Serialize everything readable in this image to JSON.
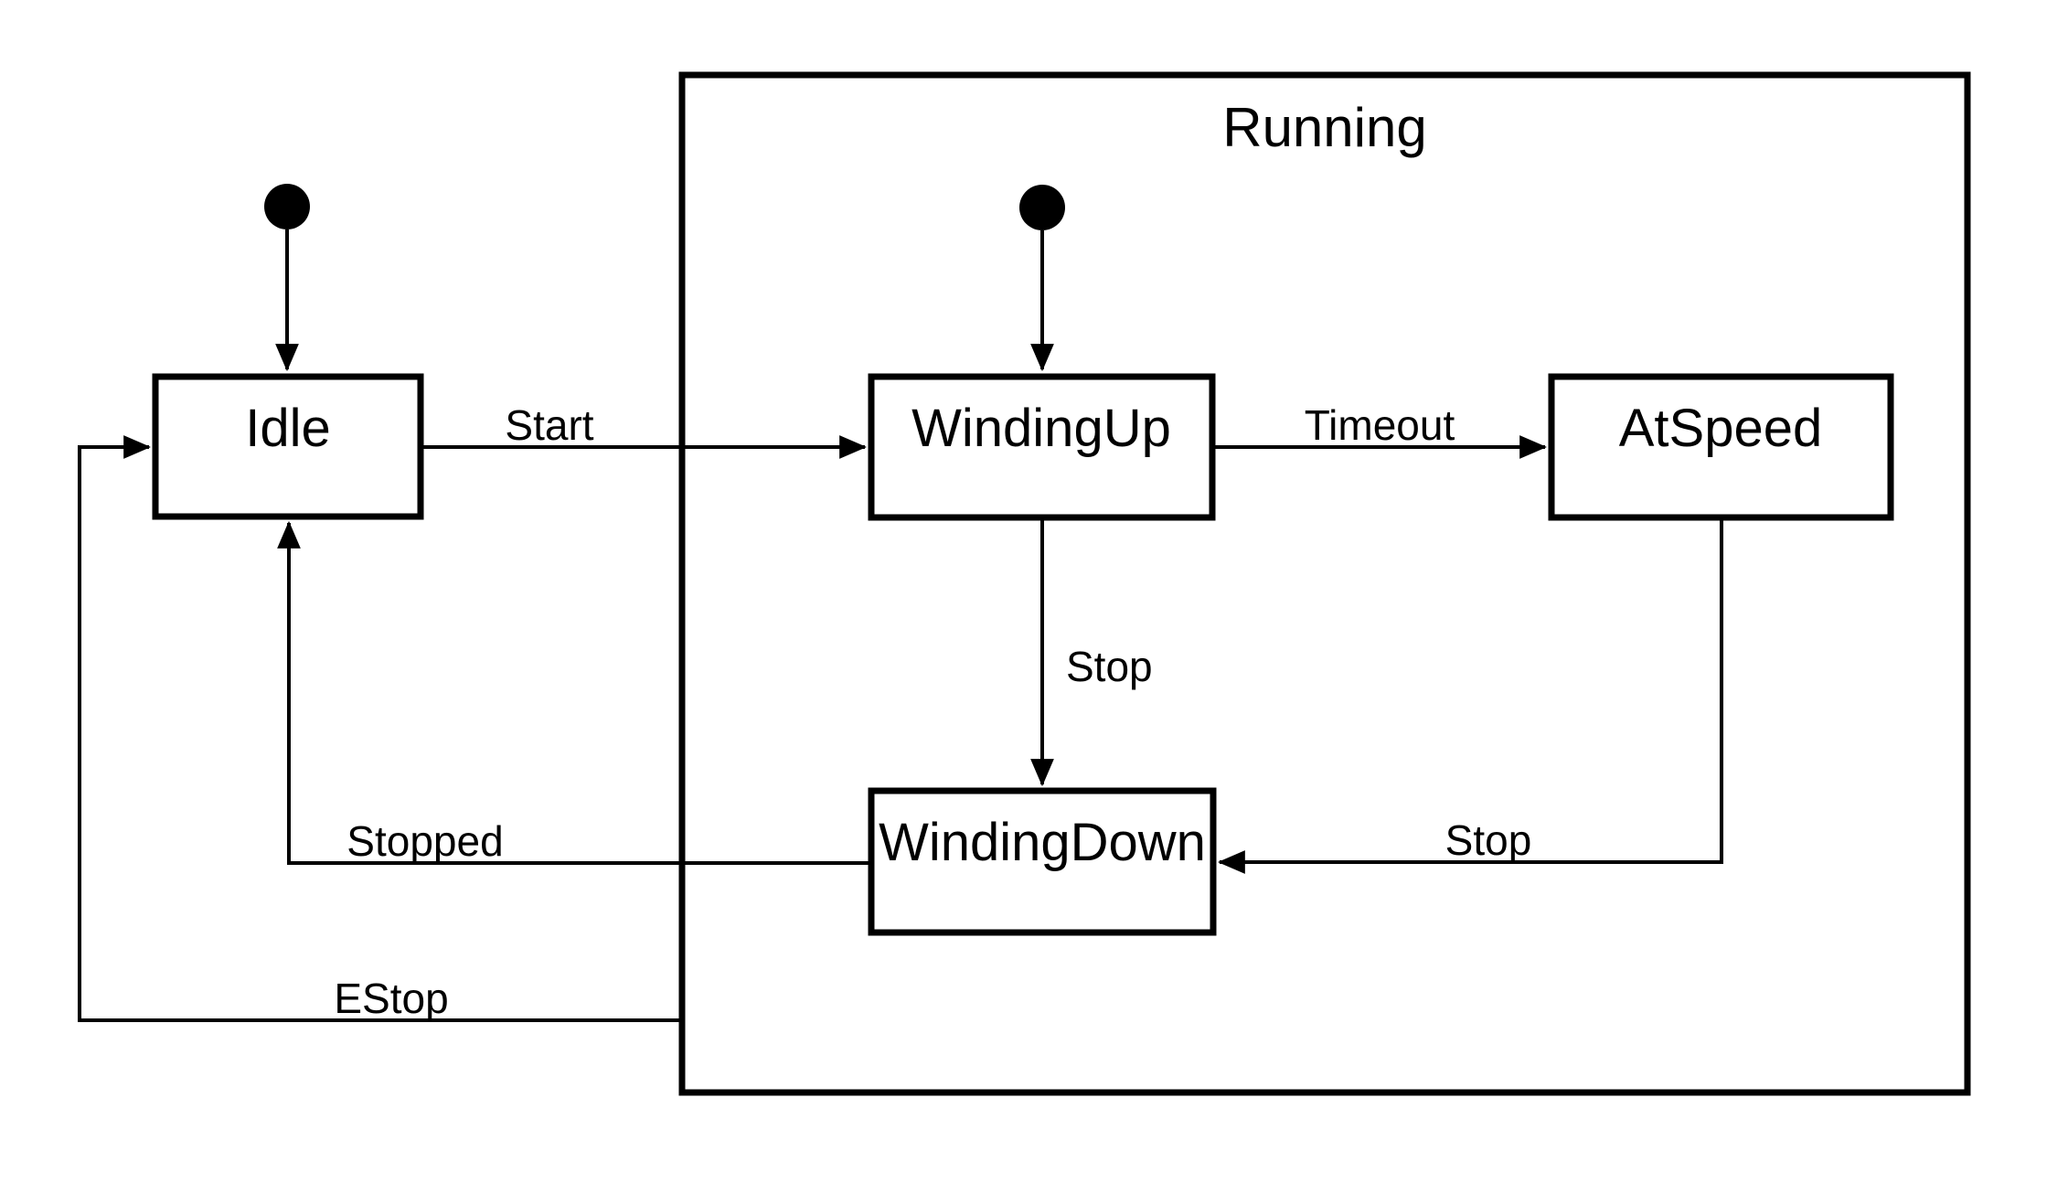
{
  "page": {
    "background": "#ffffff",
    "line_color": "#000000",
    "text_color": "#000000"
  },
  "diagram": {
    "type": "uml-state-machine",
    "container": {
      "label": "Running"
    },
    "states": [
      {
        "id": "idle",
        "label": "Idle"
      },
      {
        "id": "winding-up",
        "label": "WindingUp"
      },
      {
        "id": "at-speed",
        "label": "AtSpeed"
      },
      {
        "id": "winding-down",
        "label": "WindingDown"
      }
    ],
    "initial_markers": [
      {
        "to": "idle"
      },
      {
        "to": "winding-up"
      }
    ],
    "transitions": [
      {
        "from": "idle",
        "to": "winding-up",
        "label": "Start"
      },
      {
        "from": "winding-up",
        "to": "at-speed",
        "label": "Timeout"
      },
      {
        "from": "winding-up",
        "to": "winding-down",
        "label": "Stop"
      },
      {
        "from": "at-speed",
        "to": "winding-down",
        "label": "Stop"
      },
      {
        "from": "winding-down",
        "to": "idle",
        "label": "Stopped"
      },
      {
        "from": "running",
        "to": "idle",
        "label": "EStop"
      }
    ]
  }
}
